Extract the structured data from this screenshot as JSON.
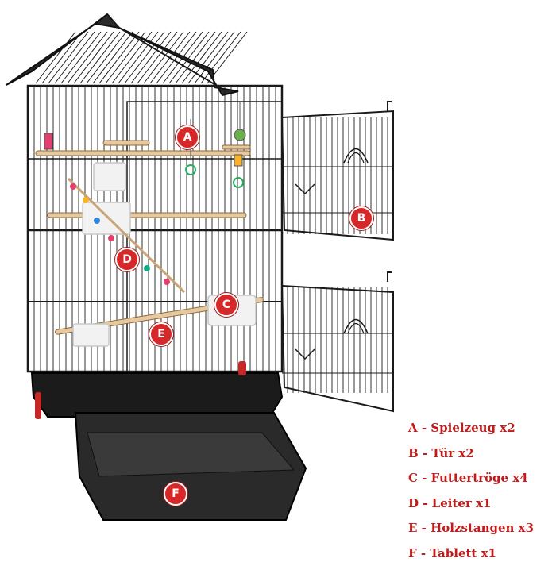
{
  "badges": {
    "a": "A",
    "b": "B",
    "c": "C",
    "d": "D",
    "e": "E",
    "f": "F"
  },
  "legend": [
    "A - Spielzeug x2",
    "B - Tür x2",
    "C - Futtertröge x4",
    "D - Leiter x1",
    "E - Holzstangen x3",
    "F - Tablett x1"
  ],
  "colors": {
    "badge_fill": "#d62828",
    "legend_text": "#c01a1a",
    "cage_wire": "#1a1a1a"
  }
}
